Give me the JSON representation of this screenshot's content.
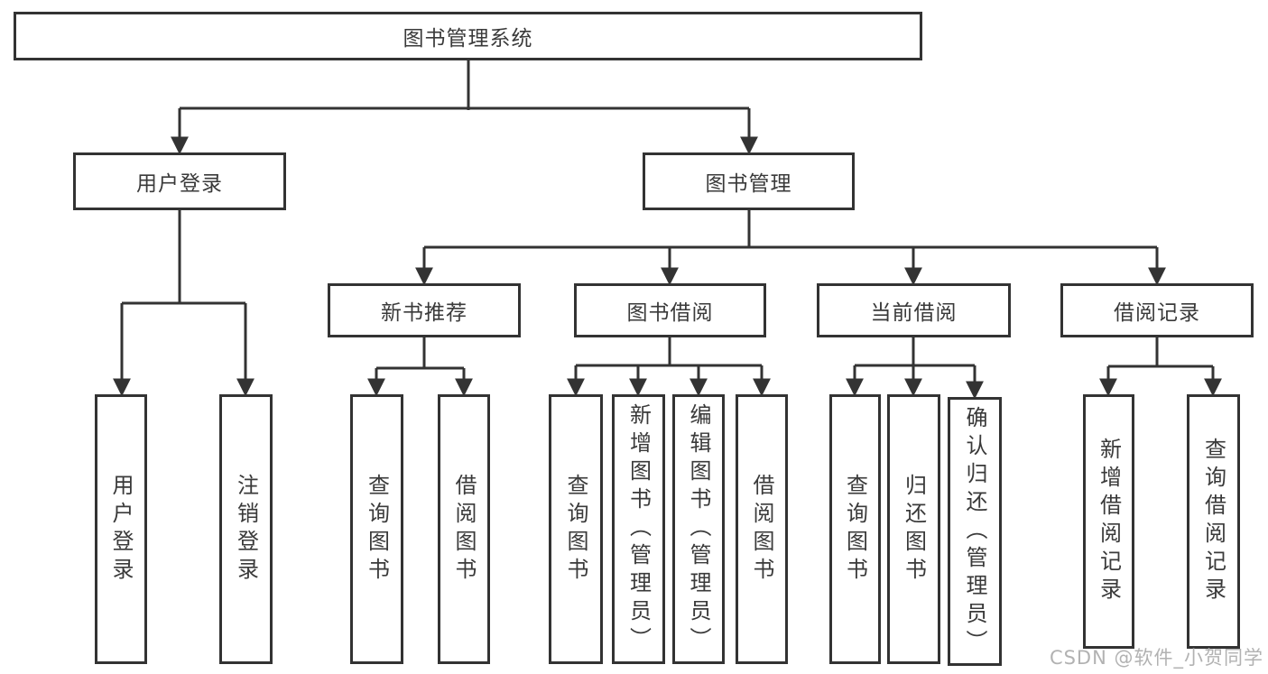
{
  "tree": {
    "root": {
      "label": "图书管理系统",
      "children": [
        {
          "label": "用户登录",
          "children": [
            {
              "label": "用户登录"
            },
            {
              "label": "注销登录"
            }
          ]
        },
        {
          "label": "图书管理",
          "children": [
            {
              "label": "新书推荐",
              "children": [
                {
                  "label": "查询图书"
                },
                {
                  "label": "借阅图书"
                }
              ]
            },
            {
              "label": "图书借阅",
              "children": [
                {
                  "label": "查询图书"
                },
                {
                  "label": "新增图书（管理员）"
                },
                {
                  "label": "编辑图书（管理员）"
                },
                {
                  "label": "借阅图书"
                }
              ]
            },
            {
              "label": "当前借阅",
              "children": [
                {
                  "label": "查询图书"
                },
                {
                  "label": "归还图书"
                },
                {
                  "label": "确认归还（管理员）"
                }
              ]
            },
            {
              "label": "借阅记录",
              "children": [
                {
                  "label": "新增借阅记录"
                },
                {
                  "label": "查询借阅记录"
                }
              ]
            }
          ]
        }
      ]
    }
  },
  "watermark": {
    "text": "CSDN @软件_小贺同学"
  },
  "colors": {
    "line": "#333333",
    "text": "#3a3a3a",
    "background": "#ffffff",
    "watermark": "#b2b2b2"
  }
}
